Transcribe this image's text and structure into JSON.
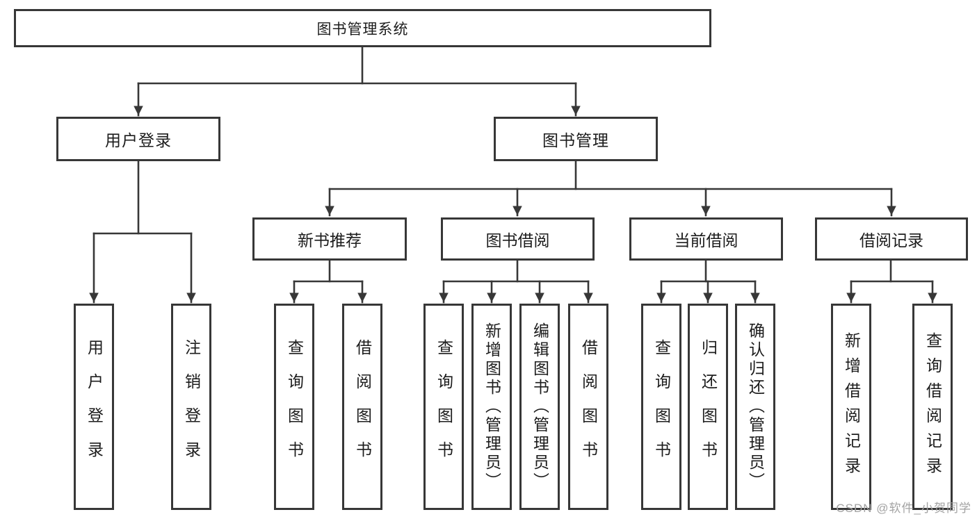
{
  "root": {
    "label": "图书管理系统"
  },
  "branches": [
    {
      "label": "用户登录",
      "leaves": [
        {
          "label": "用户登录"
        },
        {
          "label": "注销登录"
        }
      ]
    },
    {
      "label": "图书管理",
      "sections": [
        {
          "label": "新书推荐",
          "leaves": [
            {
              "label": "查询图书"
            },
            {
              "label": "借阅图书"
            }
          ]
        },
        {
          "label": "图书借阅",
          "leaves": [
            {
              "label": "查询图书"
            },
            {
              "label": "新增图书（管理员）"
            },
            {
              "label": "编辑图书（管理员）"
            },
            {
              "label": "借阅图书"
            }
          ]
        },
        {
          "label": "当前借阅",
          "leaves": [
            {
              "label": "查询图书"
            },
            {
              "label": "归还图书"
            },
            {
              "label": "确认归还（管理员）"
            }
          ]
        },
        {
          "label": "借阅记录",
          "leaves": [
            {
              "label": "新增借阅记录"
            },
            {
              "label": "查询借阅记录"
            }
          ]
        }
      ]
    }
  ],
  "watermark": "CSDN @软件_小贺同学"
}
